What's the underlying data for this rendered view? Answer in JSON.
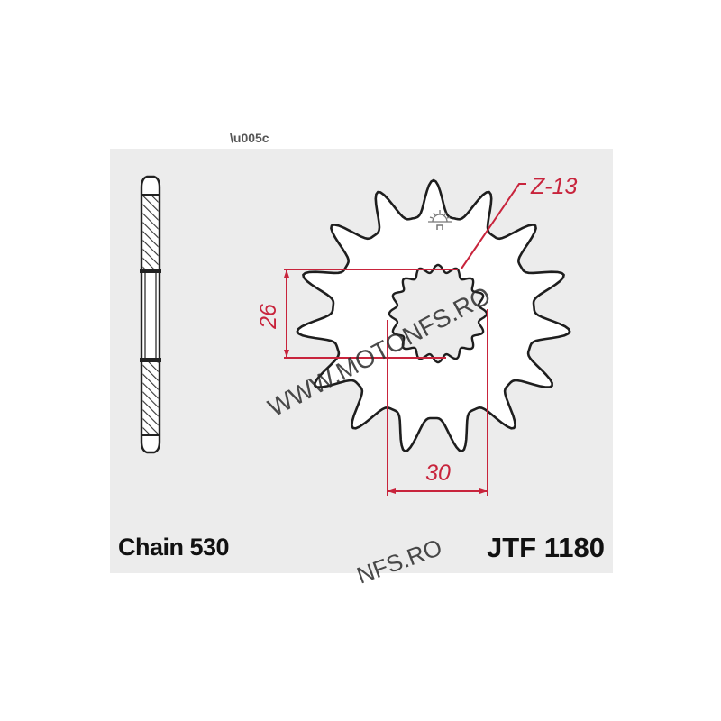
{
  "diagram": {
    "type": "front sprocket technical drawing",
    "teeth_label": "Z-13",
    "dimension_height": "26",
    "dimension_width": "30",
    "chain_label": "Chain 530",
    "part_number": "JTF 1180",
    "outer_teeth_drawn": 15,
    "bore_spline_count": 16
  },
  "watermark": {
    "main": "WWW.MOTONFS.RO",
    "secondary": "NFS.RO"
  },
  "colors": {
    "panel_bg": "#ececec",
    "outline": "#222222",
    "dimension": "#c8243c",
    "sprocket_fill": "#ffffff"
  }
}
